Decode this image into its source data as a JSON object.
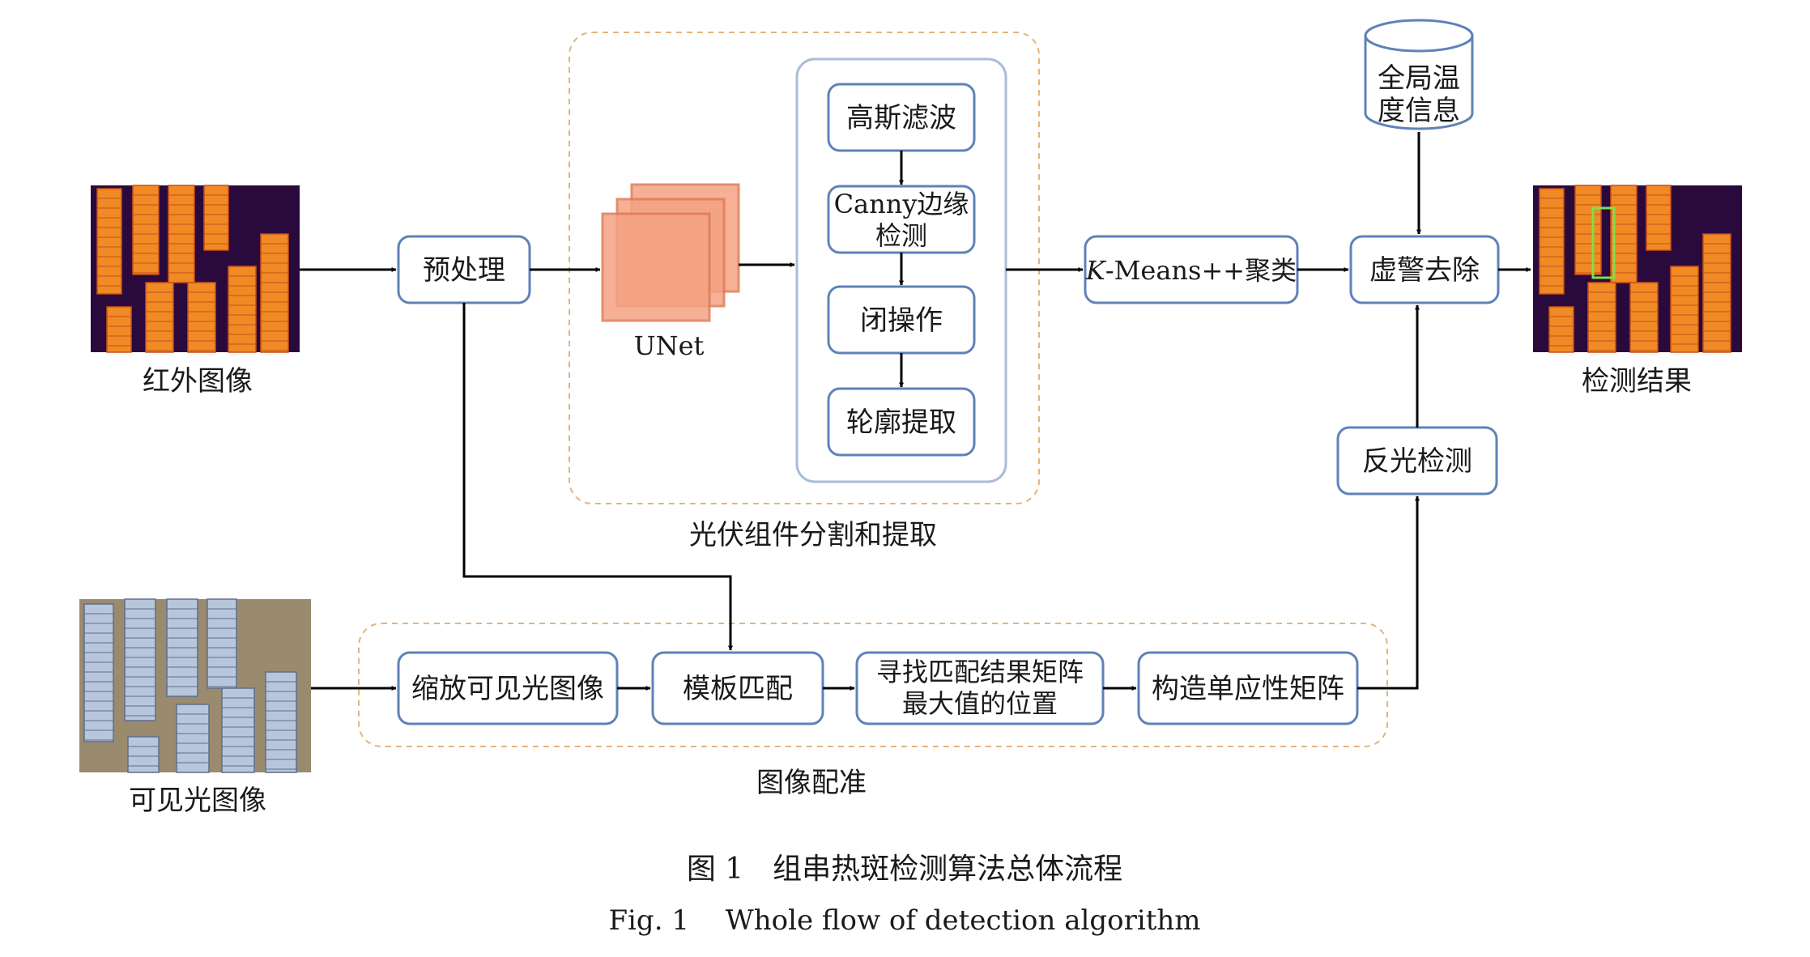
{
  "inputs": {
    "infrared_label": "红外图像",
    "visible_label": "可见光图像",
    "result_label": "检测结果"
  },
  "nodes": {
    "preprocess": "预处理",
    "unet": "UNet",
    "gaussian": "高斯滤波",
    "canny_line1": "Canny边缘",
    "canny_line2": "检测",
    "closing": "闭操作",
    "contour": "轮廓提取",
    "kmeans_italic": "K",
    "kmeans_rest": "-Means++聚类",
    "false_alarm": "虚警去除",
    "global_temp_line1": "全局温",
    "global_temp_line2": "度信息",
    "reflection": "反光检测",
    "scale_visible": "缩放可见光图像",
    "template_match": "模板匹配",
    "find_max_line1": "寻找匹配结果矩阵",
    "find_max_line2": "最大值的位置",
    "homography": "构造单应性矩阵"
  },
  "groups": {
    "segmentation": "光伏组件分割和提取",
    "registration": "图像配准"
  },
  "caption": {
    "cn": "图 1　组串热斑检测算法总体流程",
    "en": "Fig. 1　 Whole flow of detection algorithm"
  },
  "colors": {
    "box_stroke": "#5f82b8",
    "group_dash": "#e2b57c",
    "unet_fill": "#f4a383",
    "unet_stroke": "#e07a55",
    "ir_background": "#2a0a3d",
    "ir_panel": "#f08a24",
    "visible_panel": "#b8c6dc"
  }
}
